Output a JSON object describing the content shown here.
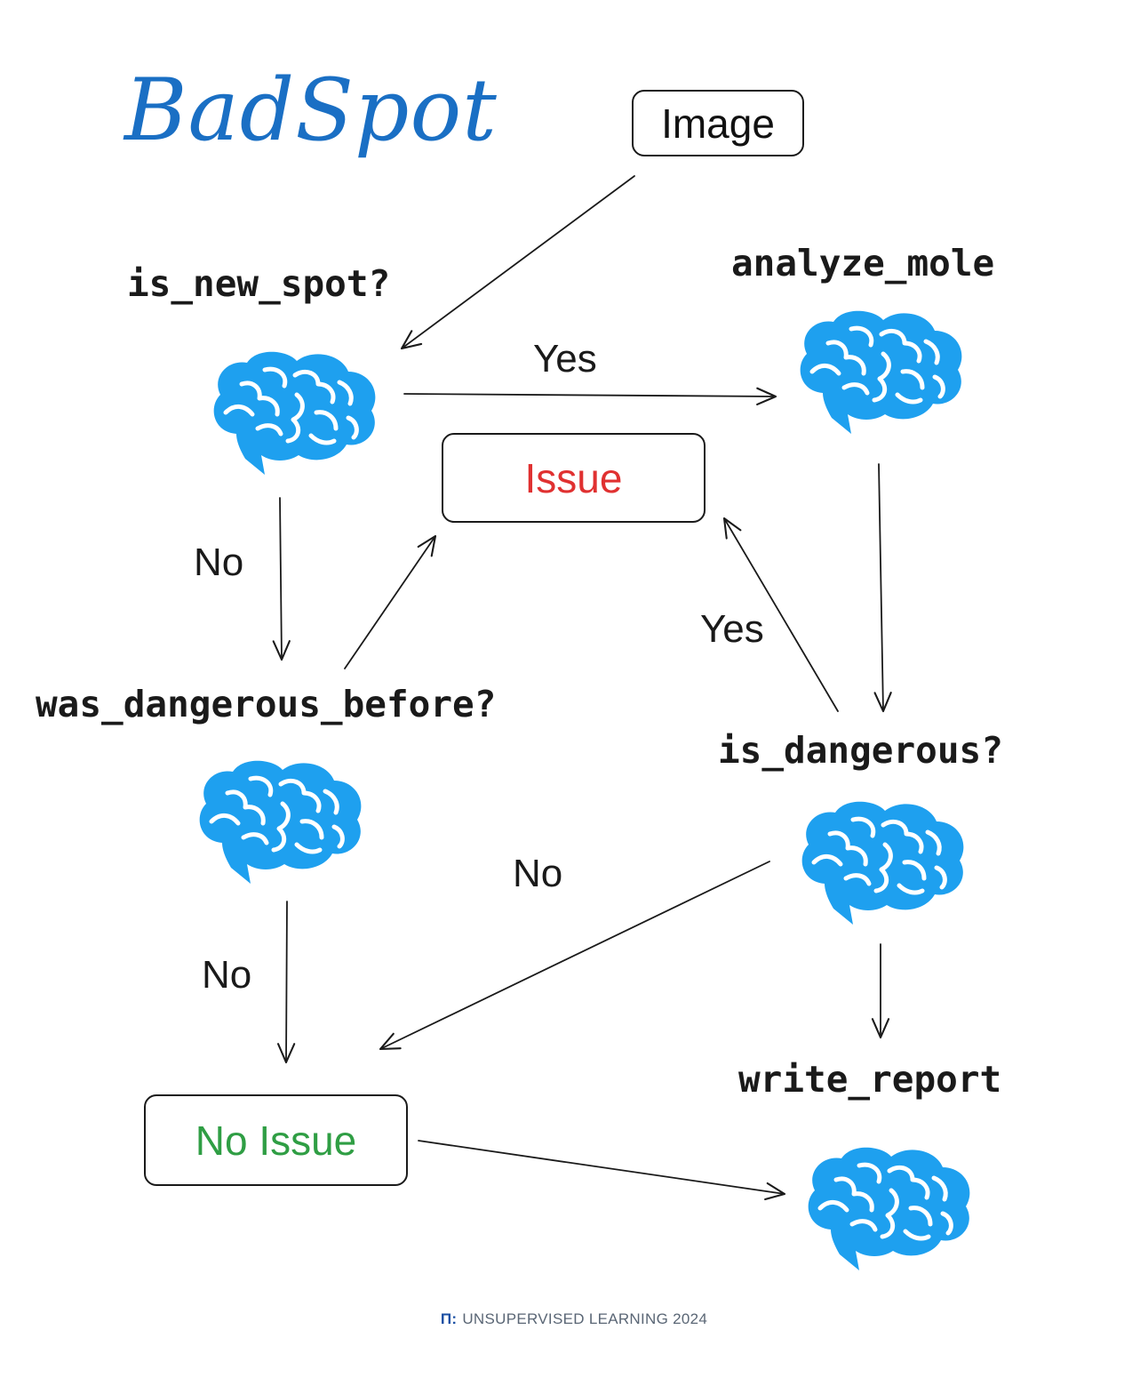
{
  "title": "BadSpot",
  "colors": {
    "title": "#1a6fc4",
    "brain": "#1ea0ef",
    "issue": "#e03131",
    "no_issue": "#2f9e44",
    "stroke": "#1a1a1a"
  },
  "boxes": {
    "image": "Image",
    "issue": "Issue",
    "no_issue": "No Issue"
  },
  "nodes": {
    "is_new_spot": "is_new_spot?",
    "analyze_mole": "analyze_mole",
    "was_dangerous_before": "was_dangerous_before?",
    "is_dangerous": "is_dangerous?",
    "write_report": "write_report"
  },
  "node_icon": "brain-icon",
  "edge_labels": {
    "new_spot_yes": "Yes",
    "new_spot_no": "No",
    "dangerous_yes": "Yes",
    "dangerous_no": "No",
    "was_dangerous_no": "No"
  },
  "footer": {
    "logo": "Π:",
    "text": "UNSUPERVISED LEARNING 2024"
  }
}
